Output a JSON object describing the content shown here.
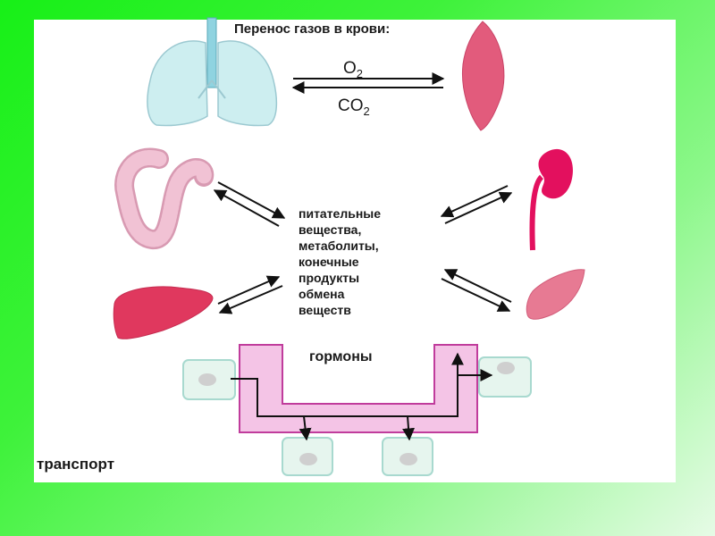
{
  "title": "Перенос газов в крови:",
  "gas_top": "O",
  "gas_top_sub": "2",
  "gas_bottom": "CO",
  "gas_bottom_sub": "2",
  "center_lines": [
    "питательные",
    "вещества,",
    "метаболиты,",
    "конечные",
    "продукты",
    "обмена",
    "веществ"
  ],
  "hormones": "гормоны",
  "transport": "транспорт",
  "colors": {
    "background": "#2cf02c",
    "lungs": "#cdeef0",
    "muscle": "#e25b7c",
    "intestine": "#f1c2d4",
    "kidney": "#e3105e",
    "liver": "#e0385e",
    "hormone_channel": "#f4c4e6",
    "cell": "#e6f5ee"
  }
}
